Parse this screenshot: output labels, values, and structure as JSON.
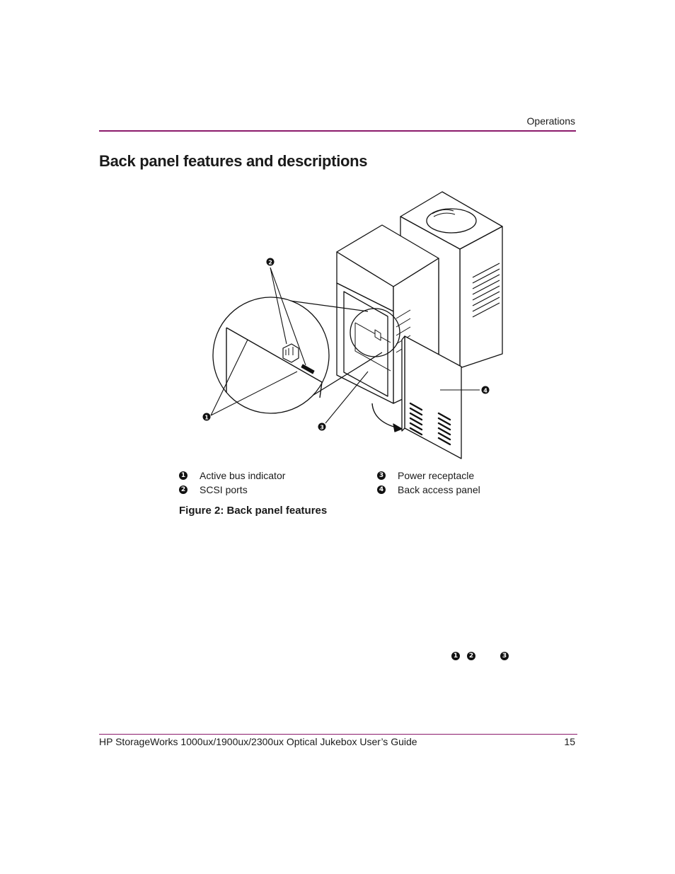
{
  "header": {
    "section": "Operations"
  },
  "title": "Back panel features and descriptions",
  "figure": {
    "callouts": [
      "1",
      "2",
      "3",
      "4"
    ],
    "legend": [
      {
        "num": "1",
        "label": "Active bus indicator"
      },
      {
        "num": "2",
        "label": "SCSI ports"
      },
      {
        "num": "3",
        "label": "Power receptacle"
      },
      {
        "num": "4",
        "label": "Back access panel"
      }
    ],
    "caption": "Figure 2:  Back panel features"
  },
  "body_callouts": [
    "1",
    "2",
    "3"
  ],
  "footer": {
    "guide_title": "HP StorageWorks 1000ux/1900ux/2300ux Optical Jukebox User’s Guide",
    "page_number": "15"
  }
}
